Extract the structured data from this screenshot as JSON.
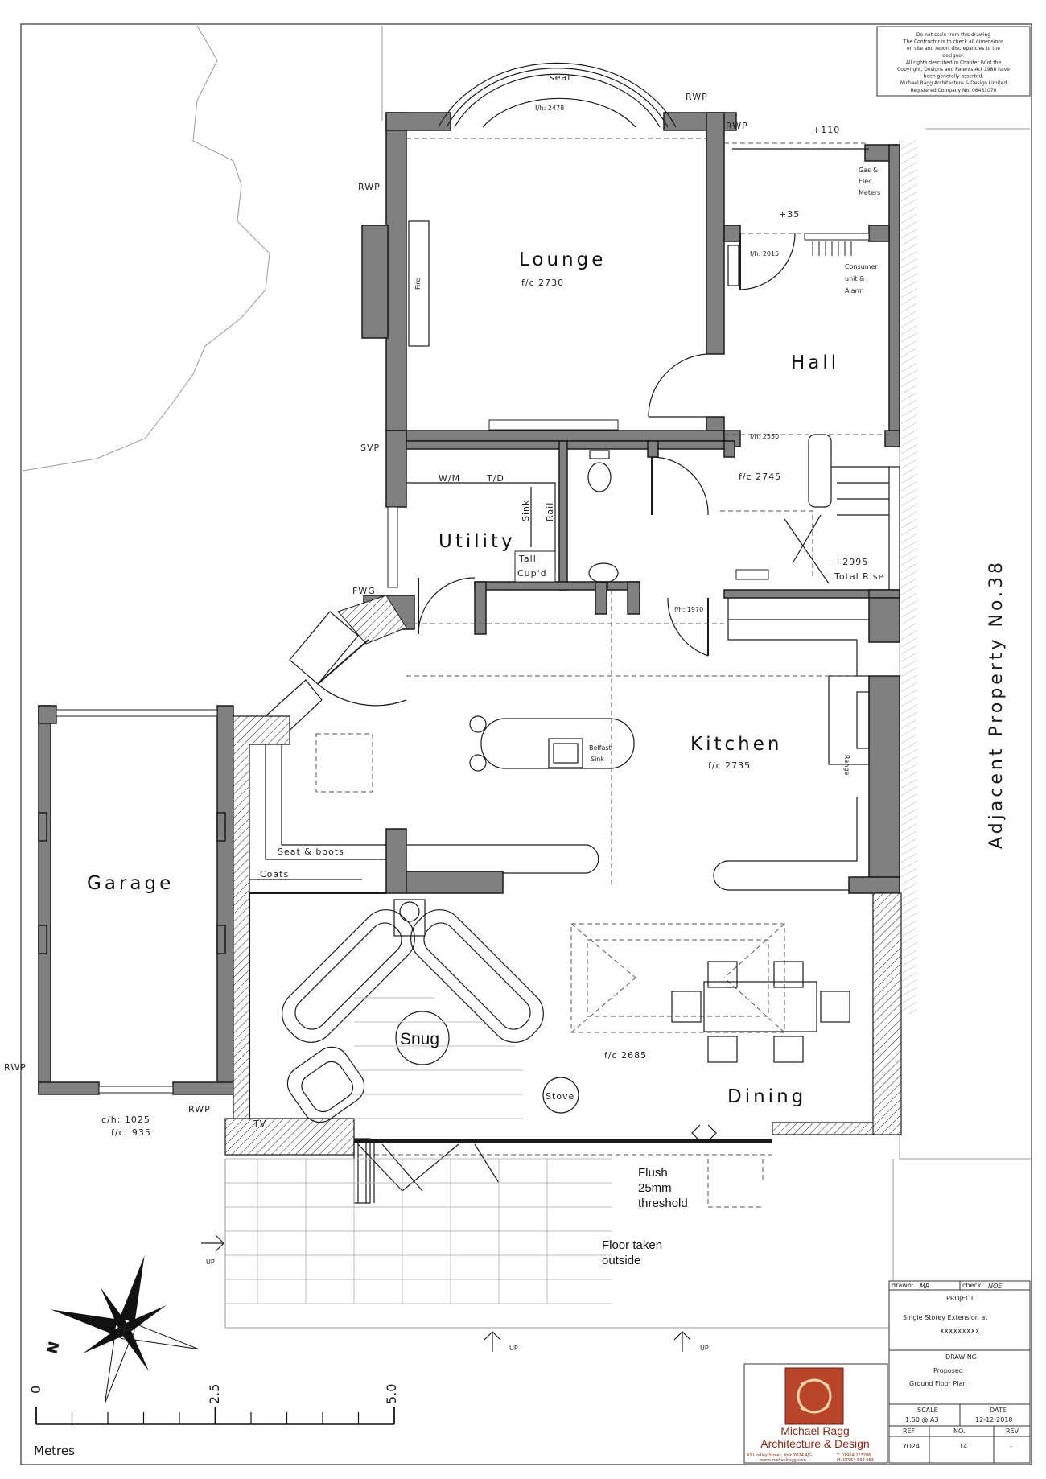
{
  "rooms": {
    "lounge": "Lounge",
    "hall": "Hall",
    "utility": "Utility",
    "kitchen": "Kitchen",
    "garage": "Garage",
    "snug": "Snug",
    "dining": "Dining"
  },
  "ceilings": {
    "lounge": "f/c 2730",
    "kitchen": "f/c 2735",
    "landing": "f/c 2745",
    "dining": "f/c 2685",
    "garage_ch": "c/h: 1025",
    "garage_fc": "f/c: 935"
  },
  "heads": {
    "bay": "f/h: 2478",
    "hall_door": "f/h: 2015",
    "hall_rear": "f/h: 2550",
    "kitchen_door": "f/h: 1970"
  },
  "labels": {
    "seat": "seat",
    "rwp": "RWP",
    "svp": "SVP",
    "fwg": "FWG",
    "plus110": "+110",
    "plus35": "+35",
    "meters": [
      "Gas &",
      "Elec.",
      "Meters"
    ],
    "consumer": [
      "Consumer",
      "unit &",
      "Alarm"
    ],
    "fire": "Fire",
    "wm": "W/M",
    "td": "T/D",
    "sink": "Sink",
    "rail": "Rail",
    "tall": "Tall",
    "cupd": "Cup'd",
    "rise_val": "+2995",
    "rise": "Total Rise",
    "belfast1": "Belfast",
    "belfast2": "Sink",
    "range": "Range",
    "seat_boots": "Seat & boots",
    "coats": "Coats",
    "tv": "TV",
    "stove": "Stove",
    "flush": [
      "Flush",
      "25mm",
      "threshold"
    ],
    "floor": [
      "Floor taken",
      "outside"
    ],
    "up": "UP",
    "adjacent": "Adjacent Property No.38"
  },
  "disclaimer": [
    "Do not scale from this drawing",
    "The Contractor is to check all dimensions",
    "on site and report discrepancies to the",
    "designer.",
    "All rights described in Chapter IV of the",
    "Copyright, Designs and Patents Act 1988 have",
    "been generally asserted.",
    "Michael Ragg Architecture & Design Limited",
    "Registered Company No. 08481070"
  ],
  "scale_bar": {
    "start": "0",
    "mid": "2.5",
    "end": "5.0",
    "unit": "Metres"
  },
  "title_block": {
    "drawn_label": "drawn:",
    "drawn": "MR",
    "check_label": "check:",
    "check": "NOE",
    "project_label": "PROJECT",
    "project": "Single Storey Extension at",
    "project_addr": "XXXXXXXXX",
    "drawing_label": "DRAWING",
    "drawing1": "Proposed",
    "drawing2": "Ground Floor Plan",
    "scale_label": "SCALE",
    "scale": "1:50 @ A3",
    "date_label": "DATE",
    "date": "12-12-2018",
    "ref_label": "REF",
    "ref": "YO24",
    "no_label": "NO.",
    "no": "14",
    "rev_label": "REV",
    "rev": "-"
  },
  "firm": {
    "name1": "Michael Ragg",
    "name2": "Architecture & Design",
    "address": "43 Lindley Street, York YO24 4JG",
    "web": "www.michaelragg.com",
    "tel": "T: 01904 223786",
    "mob": "M: 07954 533 063",
    "brand_color": "#b8442a"
  }
}
